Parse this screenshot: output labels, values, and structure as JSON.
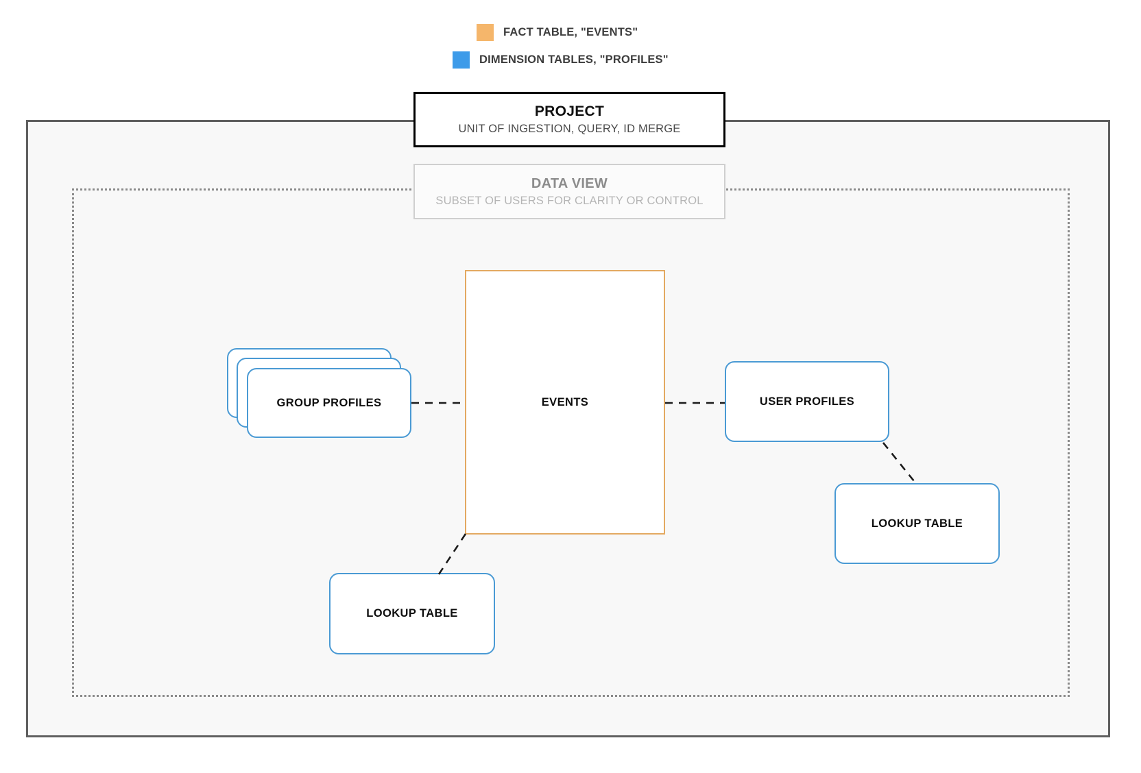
{
  "legend": {
    "items": [
      {
        "label": "FACT TABLE, \"EVENTS\"",
        "color": "#f5b66b",
        "icon": "square-swatch-icon"
      },
      {
        "label": "DIMENSION TABLES, \"PROFILES\"",
        "color": "#3d9be9",
        "icon": "square-swatch-icon"
      }
    ]
  },
  "project_card": {
    "title": "PROJECT",
    "subtitle": "UNIT OF INGESTION, QUERY, ID MERGE"
  },
  "dataview_card": {
    "title": "DATA VIEW",
    "subtitle": "SUBSET OF USERS FOR CLARITY OR CONTROL"
  },
  "nodes": {
    "events": {
      "label": "EVENTS",
      "kind": "fact",
      "color": "#e3a961"
    },
    "group_profiles": {
      "label": "GROUP PROFILES",
      "kind": "dimension",
      "color": "#4a9ad4",
      "stacked": true
    },
    "user_profiles": {
      "label": "USER PROFILES",
      "kind": "dimension",
      "color": "#4a9ad4"
    },
    "lookup_left": {
      "label": "LOOKUP TABLE",
      "kind": "dimension",
      "color": "#4a9ad4"
    },
    "lookup_right": {
      "label": "LOOKUP TABLE",
      "kind": "dimension",
      "color": "#4a9ad4"
    }
  },
  "connections": [
    {
      "from": "group_profiles",
      "to": "events",
      "style": "dashed"
    },
    {
      "from": "events",
      "to": "user_profiles",
      "style": "dashed"
    },
    {
      "from": "events",
      "to": "lookup_left",
      "style": "dashed"
    },
    {
      "from": "user_profiles",
      "to": "lookup_right",
      "style": "dashed"
    }
  ],
  "containers": {
    "project_boundary": {
      "style": "solid",
      "color": "#5f5f5f"
    },
    "dataview_boundary": {
      "style": "dotted",
      "color": "#8a8a8a"
    }
  }
}
